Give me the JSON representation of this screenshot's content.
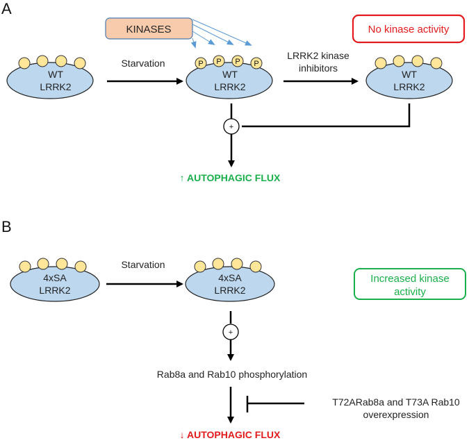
{
  "panel_a": {
    "label": "A",
    "kinases_box": "KINASES",
    "status_box": "No kinase activity",
    "protein_1": {
      "line1": "WT",
      "line2": "LRRK2"
    },
    "protein_2": {
      "line1": "WT",
      "line2": "LRRK2",
      "phospho_label": "P"
    },
    "protein_3": {
      "line1": "WT",
      "line2": "LRRK2"
    },
    "arrow_1_label": "Starvation",
    "arrow_2_label_line1": "LRRK2 kinase",
    "arrow_2_label_line2": "inhibitors",
    "junction_symbol": "+",
    "outcome": "↑ AUTOPHAGIC FLUX"
  },
  "panel_b": {
    "label": "B",
    "status_box_line1": "Increased kinase",
    "status_box_line2": "activity",
    "protein_1": {
      "line1": "4xSA",
      "line2": "LRRK2"
    },
    "protein_2": {
      "line1": "4xSA",
      "line2": "LRRK2"
    },
    "arrow_1_label": "Starvation",
    "junction_symbol": "+",
    "intermediate": "Rab8a and Rab10 phosphorylation",
    "inhibitor_line1": "T72ARab8a and T73A Rab10",
    "inhibitor_line2": "overexpression",
    "outcome": "↓ AUTOPHAGIC FLUX"
  },
  "colors": {
    "protein_fill": "#bdd7ee",
    "bead_fill": "#ffe699",
    "kinases_fill": "#f8cbad",
    "kinase_arrow": "#5b9bd5",
    "no_activity": "#e31a1c",
    "increased_activity": "#1aaf4b",
    "flux_up": "#1aaf4b",
    "flux_down": "#e31a1c"
  }
}
